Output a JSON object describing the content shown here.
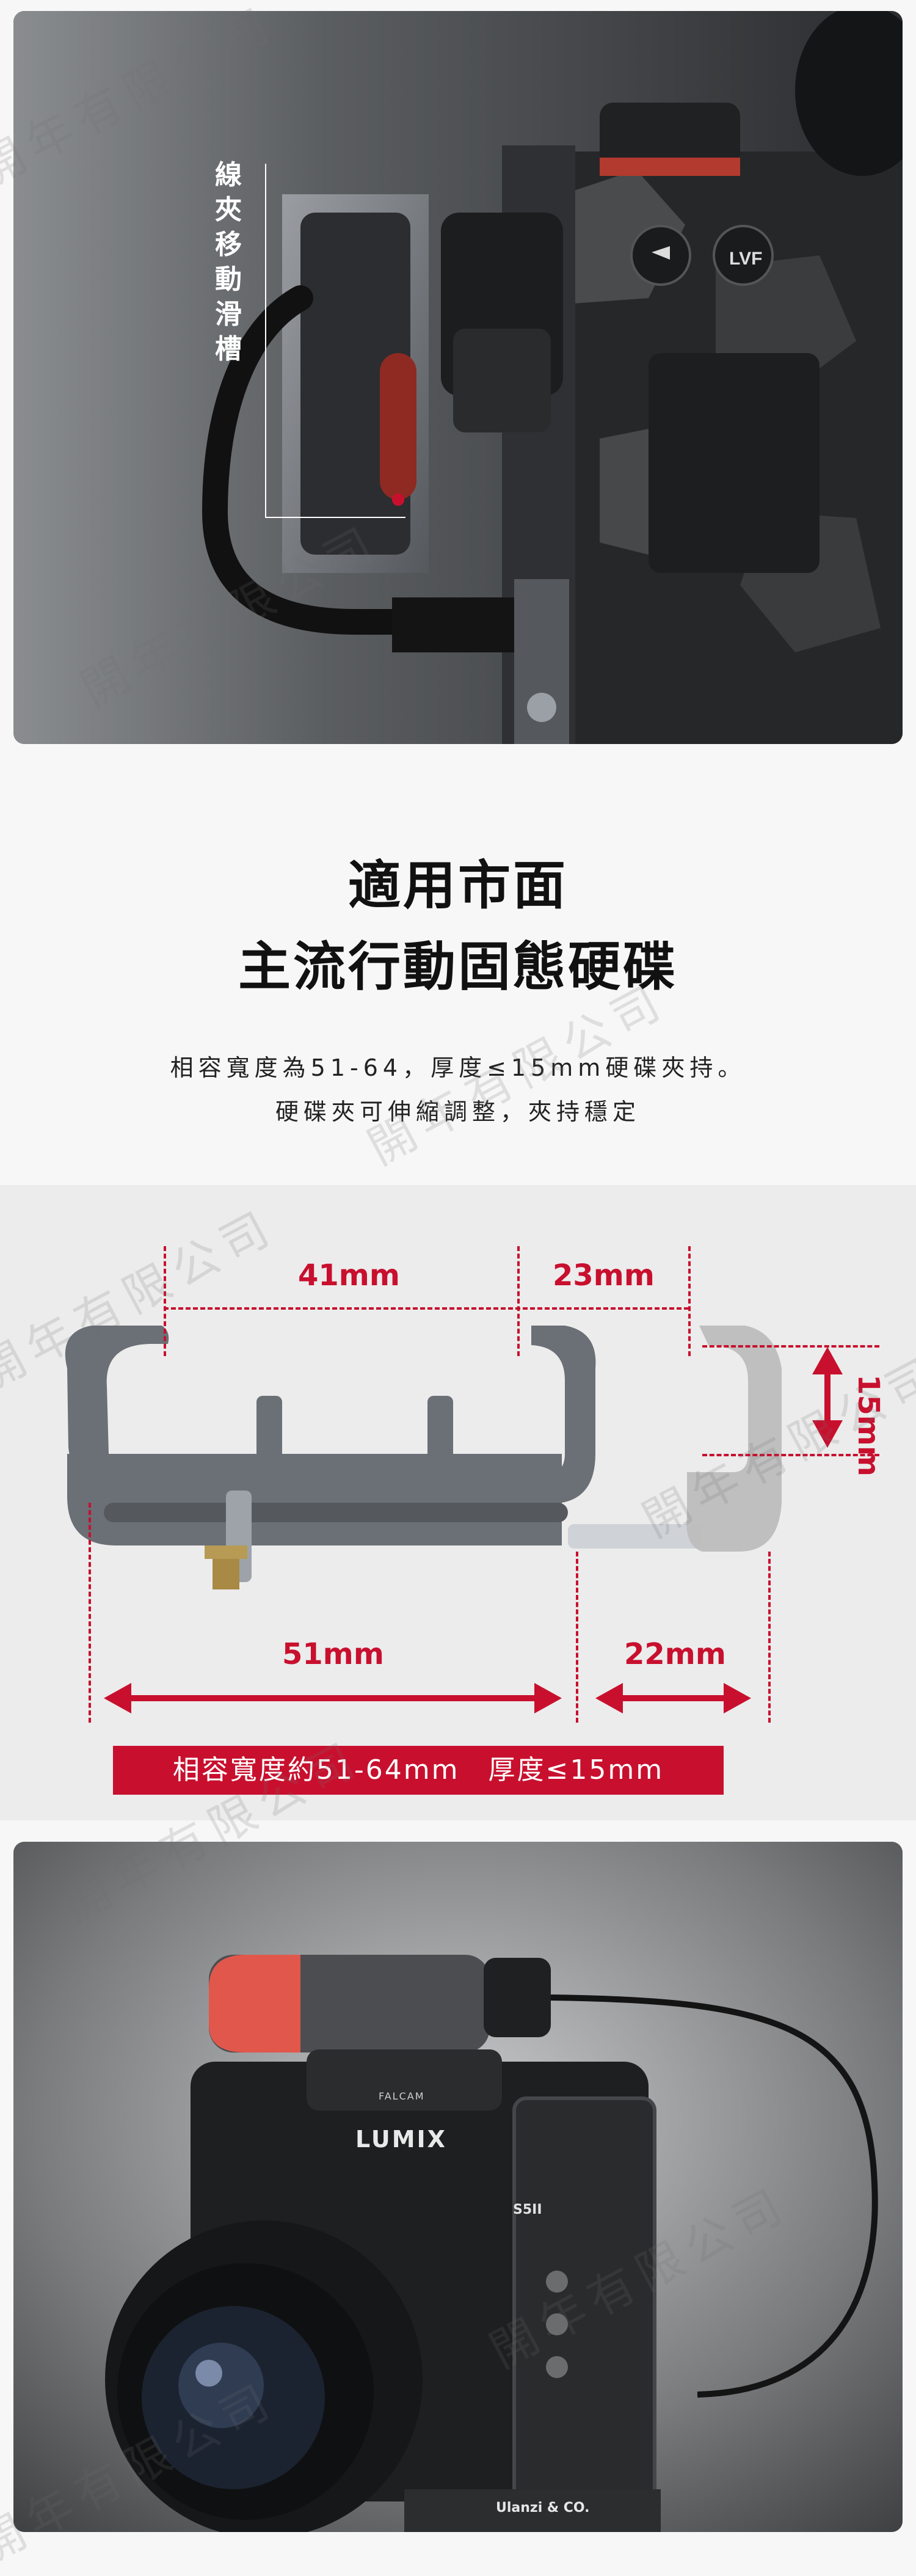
{
  "top_photo": {
    "vertical_caption": "線夾移動滑槽",
    "button_labels": [
      "LVF"
    ]
  },
  "headline": {
    "line1": "適用市面",
    "line2": "主流行動固態硬碟"
  },
  "description": {
    "line1": "相容寬度為51-64，厚度≤15mm硬碟夾持。",
    "line2": "硬碟夾可伸縮調整，夾持穩定"
  },
  "diagram": {
    "dim_top_left": "41mm",
    "dim_top_right": "23mm",
    "dim_side": "15mm",
    "dim_bottom_left": "51mm",
    "dim_bottom_right": "22mm",
    "banner": "相容寬度約51-64mm　厚度≤15mm"
  },
  "bottom_photo": {
    "camera_brand": "LUMIX",
    "model_badge": "S5II",
    "cage_brand": "FALCAM",
    "base_brand": "Ulanzi & CO."
  },
  "watermark": "開年有限公司",
  "colors": {
    "accent_red": "#c8102e",
    "diagram_bg": "#ececec",
    "part_gray": "#6b6f76",
    "ghost_gray": "#bdbdbd"
  }
}
